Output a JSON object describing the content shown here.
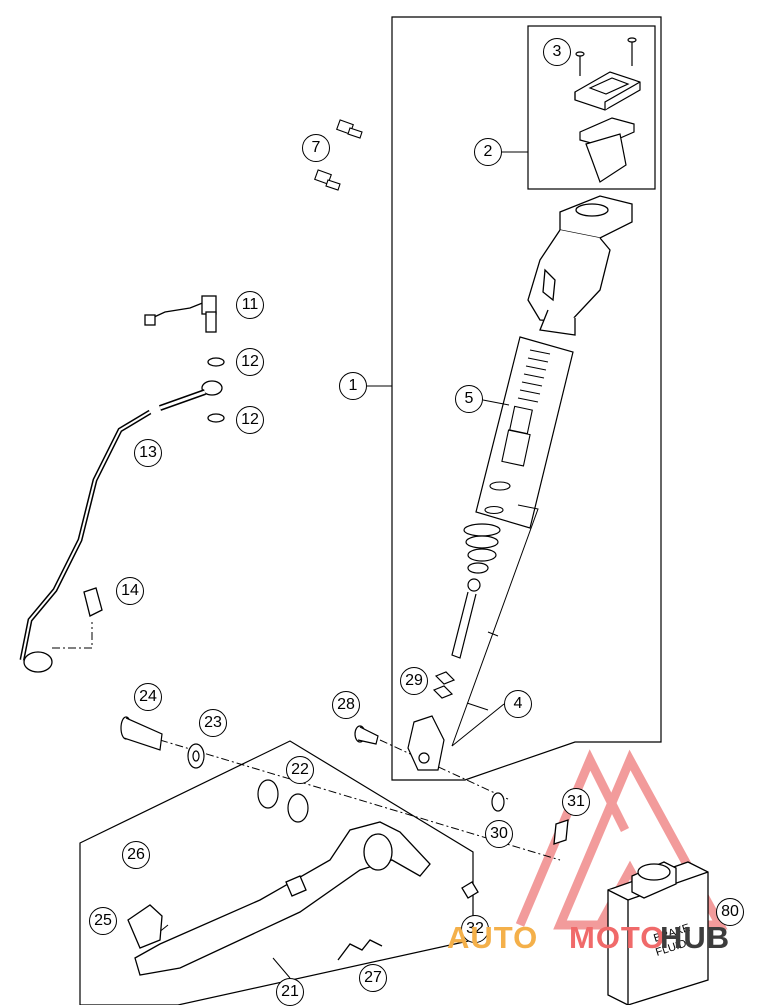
{
  "callouts": [
    {
      "id": "c1",
      "text": "1"
    },
    {
      "id": "c2",
      "text": "2"
    },
    {
      "id": "c3",
      "text": "3"
    },
    {
      "id": "c4",
      "text": "4"
    },
    {
      "id": "c5",
      "text": "5"
    },
    {
      "id": "c7",
      "text": "7"
    },
    {
      "id": "c11",
      "text": "11"
    },
    {
      "id": "c12a",
      "text": "12"
    },
    {
      "id": "c12b",
      "text": "12"
    },
    {
      "id": "c13",
      "text": "13"
    },
    {
      "id": "c14",
      "text": "14"
    },
    {
      "id": "c21",
      "text": "21"
    },
    {
      "id": "c22",
      "text": "22"
    },
    {
      "id": "c23",
      "text": "23"
    },
    {
      "id": "c24",
      "text": "24"
    },
    {
      "id": "c25",
      "text": "25"
    },
    {
      "id": "c26",
      "text": "26"
    },
    {
      "id": "c27",
      "text": "27"
    },
    {
      "id": "c28",
      "text": "28"
    },
    {
      "id": "c29",
      "text": "29"
    },
    {
      "id": "c30",
      "text": "30"
    },
    {
      "id": "c31",
      "text": "31"
    },
    {
      "id": "c32",
      "text": "32"
    },
    {
      "id": "c80",
      "text": "80"
    }
  ],
  "bottle_label": {
    "line1": "BRAKE",
    "line2": "FLUID"
  },
  "watermark": {
    "part1": "AUTO",
    "part2": "MOTO",
    "part3": "HUB",
    "color1": "#f4b04a",
    "color2": "#f06a6a",
    "color3": "#3c3c3c"
  }
}
